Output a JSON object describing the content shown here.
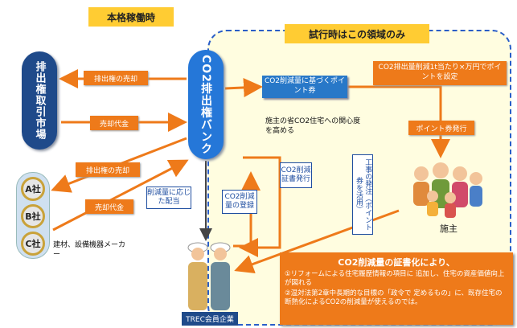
{
  "colors": {
    "orange": "#ee7a1a",
    "blue": "#2577d8",
    "navy": "#1f4a8a",
    "yellow": "#ffcc33",
    "pilot_bg": "#fffde0"
  },
  "header": {
    "full_operation": "本格稼働時",
    "pilot_only": "試行時はこの領域のみ"
  },
  "market": {
    "label": "排出権取引市場"
  },
  "bank": {
    "label": "CO2排出権バンク"
  },
  "flows": {
    "sell_rights_market": "排出権の売却",
    "sale_proceeds_market": "売却代金",
    "sell_rights_company": "排出権の売却",
    "sale_proceeds_company": "売却代金",
    "dividend": "削減量に応じた配当",
    "register": "CO2削減量の登録",
    "certificate": "CO2削減証書発行",
    "order": "工事の発注（ポイント券を活用）",
    "point_issue": "ポイント券発行",
    "point_setting": "CO2排出量削減1t当たり×万円でポイントを設定"
  },
  "ticket": {
    "label": "CO2削減量に基づくポイント券"
  },
  "owner_note": "施主の省CO2住宅への関心度を高める",
  "companies": {
    "a": "A社",
    "b": "B社",
    "c": "C社",
    "caption": "建材、設備機器メーカー"
  },
  "owner": {
    "label": "施主",
    "icon": "family-icon"
  },
  "trec": {
    "label": "TREC会員企業",
    "icon": "workers-icon"
  },
  "certification": {
    "title": "CO2削減量の証書化により、",
    "point1": "①リフォームによる住宅履歴情報の項目に 追加し、住宅の資産価値向上が図れる",
    "point2": "②温対法第2章中長期的な目標の「政令で 定めるもの」に、既存住宅の断熱化によるCO2の削減量が使えるのでは。"
  }
}
